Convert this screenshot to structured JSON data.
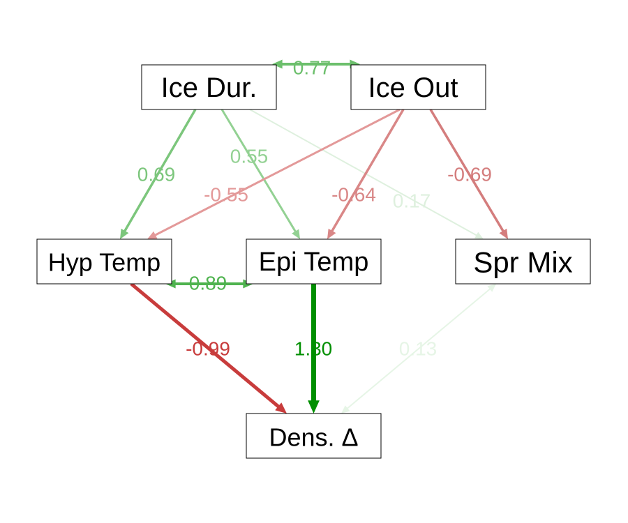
{
  "nodes": {
    "ice_dur": {
      "label": "Ice Dur."
    },
    "ice_out": {
      "label": "Ice Out"
    },
    "hyp_temp": {
      "label": "Hyp Temp"
    },
    "epi_temp": {
      "label": "Epi Temp"
    },
    "spr_mix": {
      "label": "Spr Mix"
    },
    "dens": {
      "label": "Dens. Δ"
    }
  },
  "edges": {
    "ice_dur_ice_out": {
      "from": "Ice Dur.",
      "to": "Ice Out",
      "label": "0.77",
      "bidirectional": true,
      "color": "#6cbf6c"
    },
    "ice_dur_hyp": {
      "from": "Ice Dur.",
      "to": "Hyp Temp",
      "label": "0.69",
      "color": "#7cc67c"
    },
    "ice_dur_epi": {
      "from": "Ice Dur.",
      "to": "Epi Temp",
      "label": "0.55",
      "color": "#93d193"
    },
    "ice_dur_spr": {
      "from": "Ice Dur.",
      "to": "Spr Mix",
      "label": "0.17",
      "color": "#def0de"
    },
    "ice_out_hyp": {
      "from": "Ice Out",
      "to": "Hyp Temp",
      "label": "-0.55",
      "color": "#e39999"
    },
    "ice_out_epi": {
      "from": "Ice Out",
      "to": "Epi Temp",
      "label": "-0.64",
      "color": "#d98787"
    },
    "ice_out_spr": {
      "from": "Ice Out",
      "to": "Spr Mix",
      "label": "-0.69",
      "color": "#d47d7d"
    },
    "hyp_epi": {
      "from": "Hyp Temp",
      "to": "Epi Temp",
      "label": "0.89",
      "bidirectional": true,
      "color": "#4fb34f"
    },
    "hyp_dens": {
      "from": "Hyp Temp",
      "to": "Dens. Δ",
      "label": "-0.99",
      "color": "#c83c3c"
    },
    "epi_dens": {
      "from": "Epi Temp",
      "to": "Dens. Δ",
      "label": "1.30",
      "color": "#008f00"
    },
    "spr_dens": {
      "from": "Spr Mix",
      "to": "Dens. Δ",
      "label": "0.13",
      "bidirectional": true,
      "color": "#e6f5e6"
    }
  }
}
